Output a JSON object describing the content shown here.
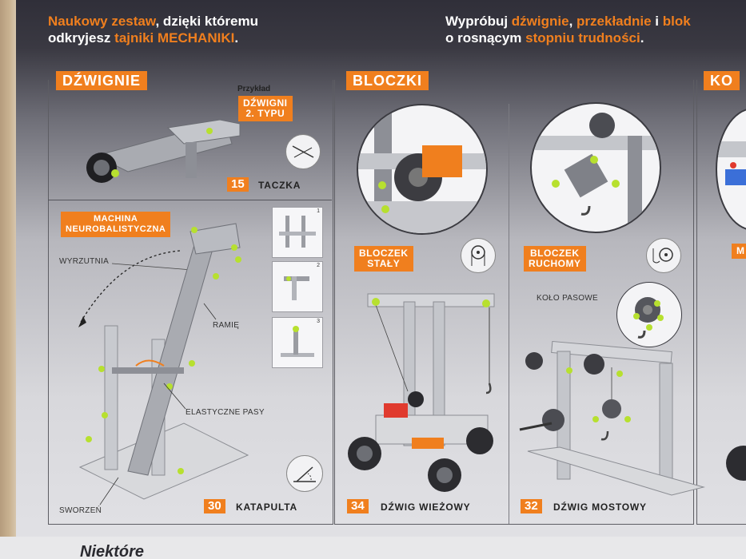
{
  "intro_left": {
    "line1_a": "Naukowy zestaw",
    "line1_b": ", dzięki któremu",
    "line2_a": "odkryjesz ",
    "line2_b": "tajniki MECHANIKI",
    "line2_c": "."
  },
  "intro_right": {
    "line1_a": "Wypróbuj ",
    "line1_b": "dźwignie",
    "line1_c": ", ",
    "line1_d": "przekładnie",
    "line1_e": " i ",
    "line1_f": "blok",
    "line2_a": "o rosnącym ",
    "line2_b": "stopniu trudności",
    "line2_c": "."
  },
  "sections": {
    "dzwignie": "DŹWIGNIE",
    "bloczki": "BLOCZKI",
    "kolo": "KO"
  },
  "example": {
    "caption": "Przykład",
    "tag": "DŹWIGNI\n2. TYPU"
  },
  "models": {
    "taczka": {
      "num": "15",
      "name": "TACZKA"
    },
    "katapulta": {
      "num": "30",
      "name": "KATAPULTA"
    },
    "dzwig_wiezowy": {
      "num": "34",
      "name": "DŹWIG WIEŻOWY"
    },
    "dzwig_mostowy": {
      "num": "32",
      "name": "DŹWIG MOSTOWY"
    }
  },
  "labels": {
    "machina": "MACHINA\nNEUROBALISTYCZNA",
    "wyrzutnia": "WYRZUTNIA",
    "ramie": "RAMIĘ",
    "elastyczne": "ELASTYCZNE PASY",
    "sworzen": "SWORZEŃ",
    "bloczek_staly": "BLOCZEK\nSTAŁY",
    "bloczek_ruchomy": "BLOCZEK\nRUCHOMY",
    "kolo_pasowe": "KOŁO PASOWE",
    "m_partial": "M"
  },
  "steps": [
    "1",
    "2",
    "3"
  ],
  "bottom_text": "Niektóre",
  "colors": {
    "accent": "#f07f1e",
    "dark": "#302f39",
    "green": "#b7e02f",
    "grey": "#a9abb1"
  }
}
